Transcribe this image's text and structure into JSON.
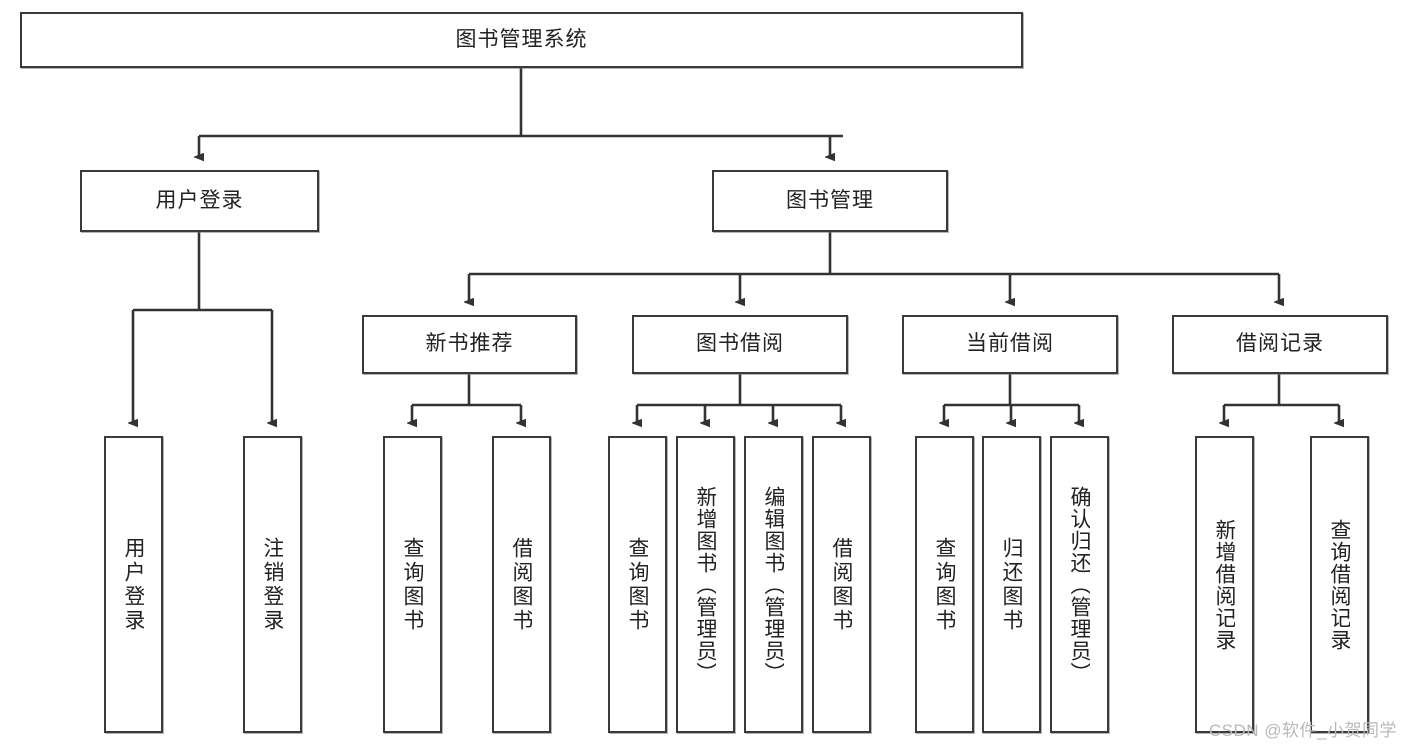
{
  "diagram": {
    "title": "图书管理系统",
    "type": "tree",
    "watermark": "CSDN @软件_小贺同学",
    "colors": {
      "node_border": "#3a3a3a",
      "node_fill": "#ffffff",
      "edge": "#333333",
      "text": "#222222",
      "watermark": "#b9b9b9"
    },
    "nodes": {
      "root": {
        "label": "图书管理系统"
      },
      "level2": [
        {
          "id": "user-login",
          "label": "用户登录"
        },
        {
          "id": "book-manage",
          "label": "图书管理"
        }
      ],
      "level3": [
        {
          "id": "new-book-rec",
          "label": "新书推荐"
        },
        {
          "id": "book-borrow",
          "label": "图书借阅"
        },
        {
          "id": "current-borrow",
          "label": "当前借阅"
        },
        {
          "id": "borrow-record",
          "label": "借阅记录"
        }
      ],
      "leaves": {
        "user-login": [
          {
            "id": "leaf-user-login",
            "label": "用户登录"
          },
          {
            "id": "leaf-logout",
            "label": "注销登录"
          }
        ],
        "new-book-rec": [
          {
            "id": "leaf-query-book-1",
            "label": "查询图书"
          },
          {
            "id": "leaf-borrow-book-1",
            "label": "借阅图书"
          }
        ],
        "book-borrow": [
          {
            "id": "leaf-query-book-2",
            "label": "查询图书"
          },
          {
            "id": "leaf-add-book",
            "label": "新增图书（管理员）"
          },
          {
            "id": "leaf-edit-book",
            "label": "编辑图书（管理员）"
          },
          {
            "id": "leaf-borrow-book-2",
            "label": "借阅图书"
          }
        ],
        "current-borrow": [
          {
            "id": "leaf-query-book-3",
            "label": "查询图书"
          },
          {
            "id": "leaf-return-book",
            "label": "归还图书"
          },
          {
            "id": "leaf-confirm-return",
            "label": "确认归还（管理员）"
          }
        ],
        "borrow-record": [
          {
            "id": "leaf-add-record",
            "label": "新增借阅记录"
          },
          {
            "id": "leaf-query-record",
            "label": "查询借阅记录"
          }
        ]
      }
    }
  }
}
